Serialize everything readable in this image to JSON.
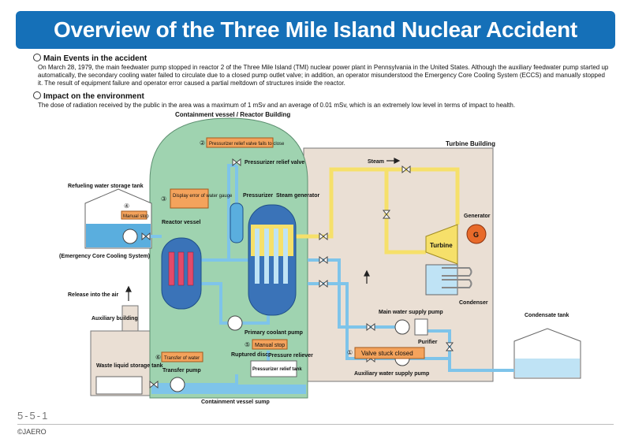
{
  "title": "Overview of the Three Mile Island Nuclear Accident",
  "sections": {
    "events_heading": "Main Events in the accident",
    "events_body": "On March 28, 1979, the main feedwater pump stopped in reactor 2 of the Three Mile Island (TMI) nuclear power plant in Pennsylvania in the United States. Although the auxiliary feedwater pump started up automatically, the secondary cooling water failed to circulate due to a closed pump outlet valve; in addition, an operator misunderstood the Emergency Core Cooling System (ECCS) and manually stopped it. The result of equipment failure and operator error caused a partial meltdown of structures inside the reactor.",
    "impact_heading": "Impact on the environment",
    "impact_body": "The dose of radiation received by the public in the area was a maximum of 1 mSv and an average of 0.01 mSv, which is an extremely low level in terms of impact to health."
  },
  "diagram": {
    "containment_label": "Containment vessel / Reactor Building",
    "turbine_building": "Turbine Building",
    "refueling_tank": "Refueling water storage tank",
    "eccs": "(Emergency Core Cooling System)",
    "release": "Release into the air",
    "auxiliary_building": "Auxiliary building",
    "waste_tank": "Waste liquid storage tank",
    "transfer_pump": "Transfer pump",
    "sump": "Containment vessel sump",
    "reactor_vessel": "Reactor vessel",
    "pressurizer": "Pressurizer",
    "pressurizer_relief_valve": "Pressurizer relief valve",
    "steam_generator": "Steam generator",
    "primary_coolant_pump": "Primary coolant pump",
    "ruptured_disc": "Ruptured disc",
    "pressure_reliever": "Pressure reliever",
    "pressurizer_relief_tank": "Pressurizer relief tank",
    "steam": "Steam",
    "generator": "Generator",
    "generator_symbol": "G",
    "turbine": "Turbine",
    "condenser": "Condenser",
    "main_water_pump": "Main water supply pump",
    "purifier": "Purifier",
    "condensate_tank": "Condensate tank",
    "aux_water_pump": "Auxiliary water supply pump",
    "callouts": [
      {
        "num": "①",
        "label": "Valve stuck closed"
      },
      {
        "num": "②",
        "label": "Pressurizer relief valve fails to close"
      },
      {
        "num": "③",
        "label": "Display error of water gauge"
      },
      {
        "num": "④",
        "label": "Manual stop"
      },
      {
        "num": "⑤",
        "label": "Manual stop"
      },
      {
        "num": "⑥",
        "label": "Transfer of water"
      }
    ]
  },
  "footer": {
    "page": "5-5-1",
    "copyright": "©JAERO"
  },
  "colors": {
    "banner": "#1570b8",
    "containment": "#9fd3b0",
    "turbine_building": "#eadfd4",
    "callout_box": "#f4a35c",
    "water": "#7ec4ea",
    "steam_line": "#f6e06a"
  }
}
